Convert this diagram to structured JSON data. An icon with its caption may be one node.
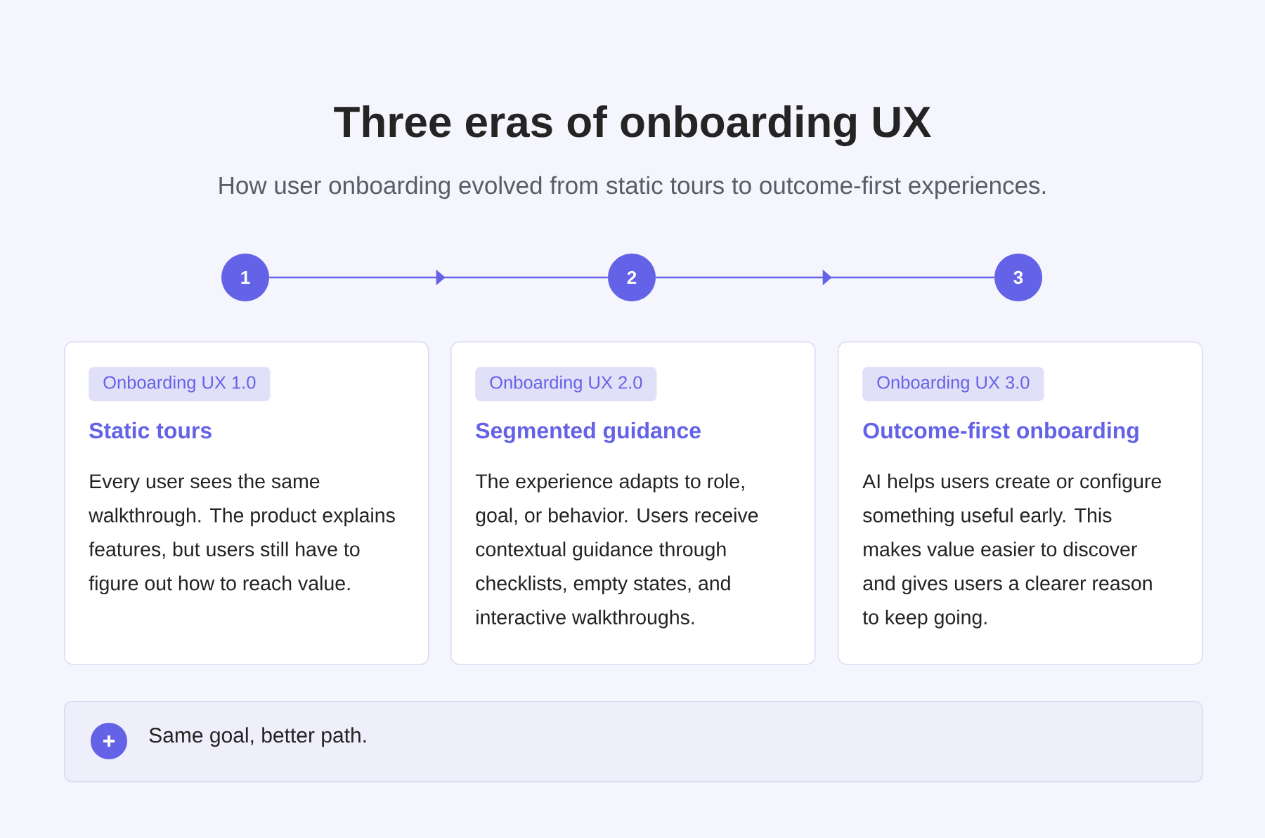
{
  "diagram": {
    "title": "Three eras of onboarding UX",
    "nodes": [
      {
        "text": [
          "1"
        ]
      },
      {
        "text": [
          "2"
        ]
      },
      {
        "text": [
          "3"
        ]
      },
      {
        "text": [
          "Static tours",
          "Every user sees the same walkthrough. The product explains features, but users still have to figure out how to reach value."
        ]
      },
      {
        "text": [
          "Onboarding UX 1.0"
        ],
        "in": 3
      },
      {
        "text": [
          "Segmented guidance",
          "The experience adapts to role, goal, or behavior. Users receive contextual guidance through checklists, empty states, and interactive walkthroughs."
        ]
      },
      {
        "text": [
          "Onboarding UX 2.0"
        ],
        "in": 5
      },
      {
        "text": [
          "Outcome-first onboarding",
          "AI helps users create or configure something useful early. This makes value easier to discover and gives users a clearer reason to keep going."
        ]
      },
      {
        "text": [
          "Onboarding UX 3.0"
        ],
        "in": 7
      },
      {
        "text": [
          "Same goal, better path."
        ]
      }
    ],
    "edges": [
      {
        "from": 0,
        "to": 1,
        "arrow": "to"
      },
      {
        "from": 1,
        "to": 2,
        "arrow": "to"
      }
    ],
    "labels": [
      "How user onboarding evolved from static tours to outcome-first experiences."
    ]
  }
}
